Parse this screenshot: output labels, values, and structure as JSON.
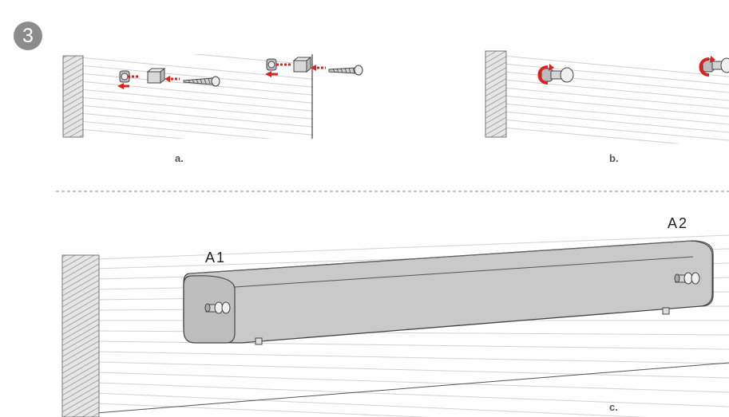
{
  "step_number": "3",
  "panels": {
    "a": {
      "caption": "a."
    },
    "b": {
      "caption": "b."
    },
    "c": {
      "caption": "c."
    }
  },
  "markers": {
    "left_end": "A1",
    "right_end": "A2"
  },
  "colors": {
    "arrow": "#d8241f",
    "line": "#555555",
    "wall_hatch": "#8a8a8a",
    "bar_fill": "#c9c9c9",
    "badge": "#8c8c8c"
  }
}
